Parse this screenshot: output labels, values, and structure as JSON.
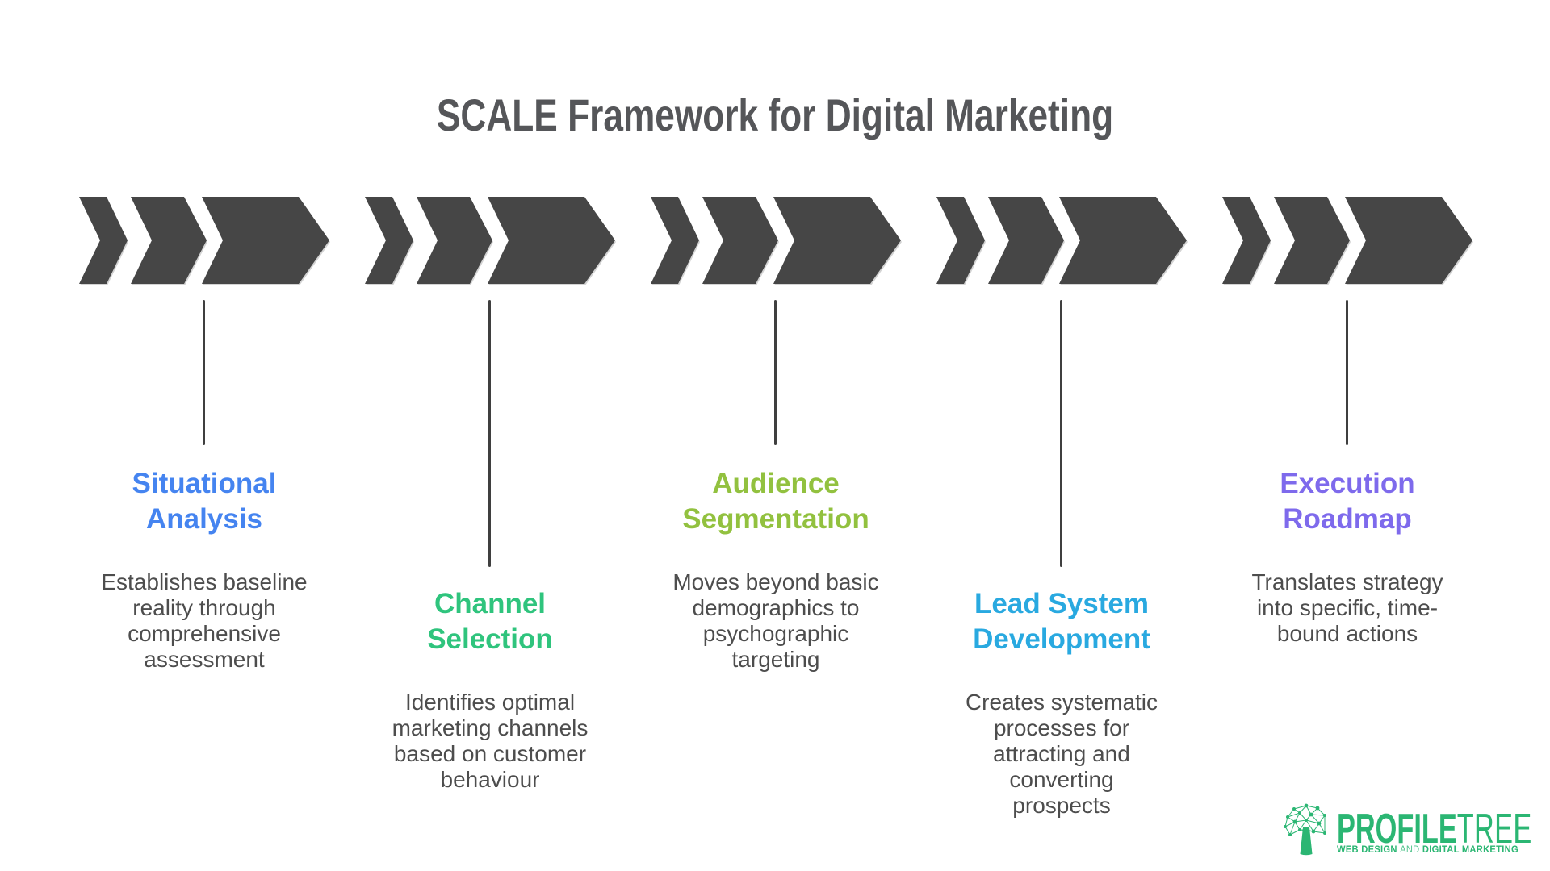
{
  "title": "SCALE Framework for Digital Marketing",
  "stages": [
    {
      "title": "Situational\nAnalysis",
      "description": "Establishes baseline\nreality through\ncomprehensive\nassessment",
      "color": "#4584F0"
    },
    {
      "title": "Channel\nSelection",
      "description": "Identifies optimal\nmarketing channels\nbased on customer\nbehaviour",
      "color": "#2FC47D"
    },
    {
      "title": "Audience\nSegmentation",
      "description": "Moves beyond basic\ndemographics to\npsychographic\ntargeting",
      "color": "#92C13F"
    },
    {
      "title": "Lead System\nDevelopment",
      "description": "Creates systematic\nprocesses for\nattracting and\nconverting\nprospects",
      "color": "#29A9E0"
    },
    {
      "title": "Execution\nRoadmap",
      "description": "Translates strategy\ninto specific, time-\nbound actions",
      "color": "#7E6AEC"
    }
  ],
  "logo": {
    "brand_bold": "PROFILE",
    "brand_light": "TREE",
    "tagline_1": "WEB DESIGN",
    "tagline_and": "AND",
    "tagline_2": "DIGITAL MARKETING",
    "color": "#2BB673"
  },
  "colors": {
    "chevron": "#464646",
    "connector": "#3F3F3F",
    "title_text": "#555659",
    "body_text": "#4D4D4D",
    "background": "#FFFFFF"
  }
}
